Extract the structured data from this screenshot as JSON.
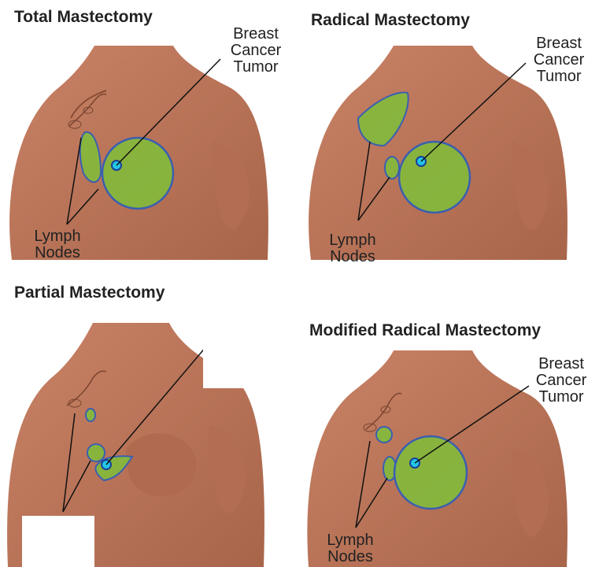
{
  "panels": [
    {
      "title": "Total Mastectomy",
      "tumor_label": [
        "Breast",
        "Cancer",
        "Tumor"
      ],
      "nodes_label": [
        "Lymph",
        "Nodes"
      ]
    },
    {
      "title": "Radical Mastectomy",
      "tumor_label": [
        "Breast",
        "Cancer",
        "Tumor"
      ],
      "nodes_label": [
        "Lymph",
        "Nodes"
      ]
    },
    {
      "title": "Partial Mastectomy"
    },
    {
      "title": "Modified Radical Mastectomy",
      "tumor_label": [
        "Breast",
        "Cancer",
        "Tumor"
      ],
      "nodes_label": [
        "Lymph",
        "Nodes"
      ]
    }
  ],
  "colors": {
    "skin": "#b87255",
    "skin_shadow": "#9a5a40",
    "tissue": "#7fbf3a",
    "outline": "#3a5fb0",
    "tumor": "#22c6e6"
  }
}
